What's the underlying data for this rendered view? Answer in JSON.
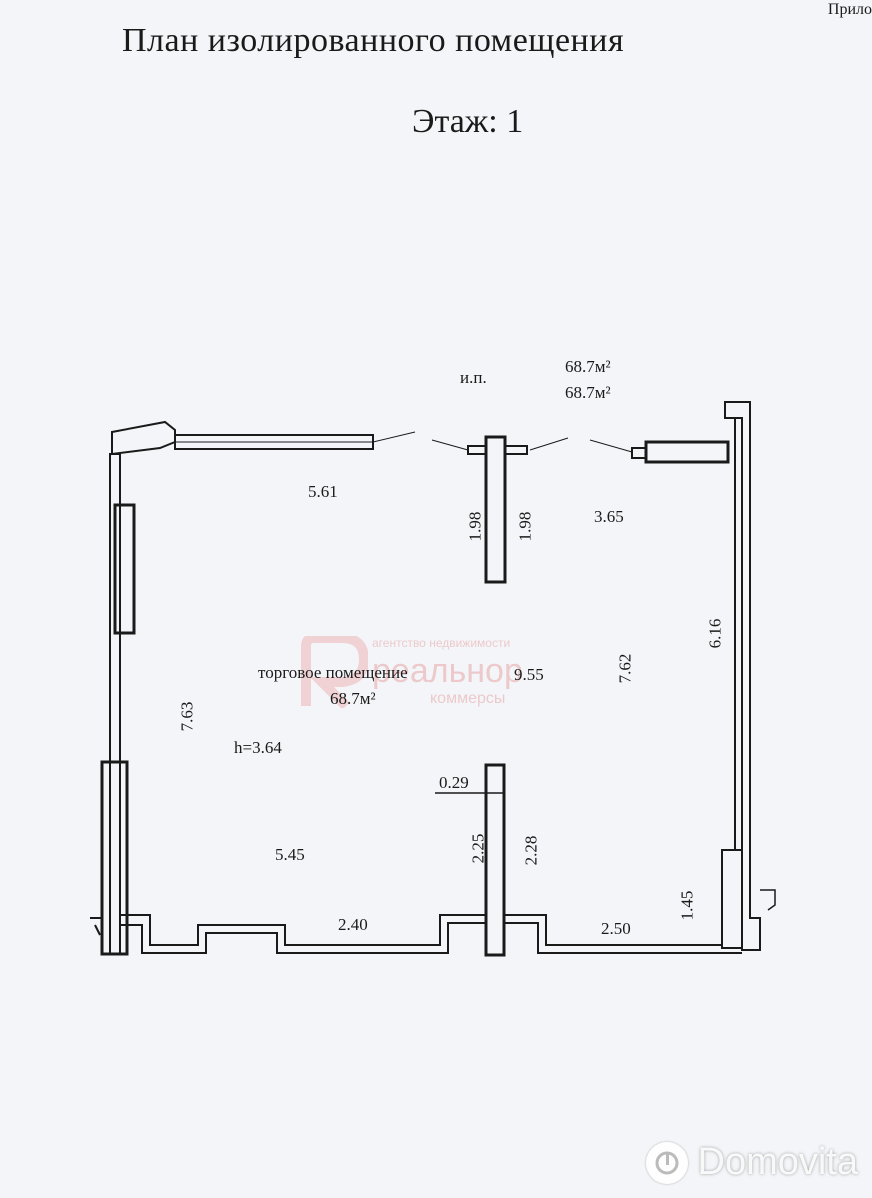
{
  "header": {
    "corner_text": "Прило",
    "title": "План изолированного помещения",
    "floor": "Этаж: 1"
  },
  "plan": {
    "ip_label": "и.п.",
    "area_top_1": "68.7м²",
    "area_top_2": "68.7м²",
    "room_name": "торговое помещение",
    "room_area": "68.7м²",
    "height": "h=3.64",
    "dims": {
      "top_left": "5.61",
      "top_right": "3.65",
      "pillar_left": "1.98",
      "pillar_right": "1.98",
      "center": "9.55",
      "right_inner": "7.62",
      "right_outer": "6.16",
      "left": "7.63",
      "partition_top": "0.29",
      "partition_left": "2.25",
      "partition_right": "2.28",
      "bottom_left_room": "5.45",
      "bottom_mid": "2.40",
      "bottom_right": "2.50",
      "corner_right": "1.45"
    }
  },
  "watermark": {
    "agency": "агентство недвижимости",
    "name": "реальнор",
    "sub": "коммерсы"
  },
  "footer": {
    "brand": "Domovita"
  }
}
